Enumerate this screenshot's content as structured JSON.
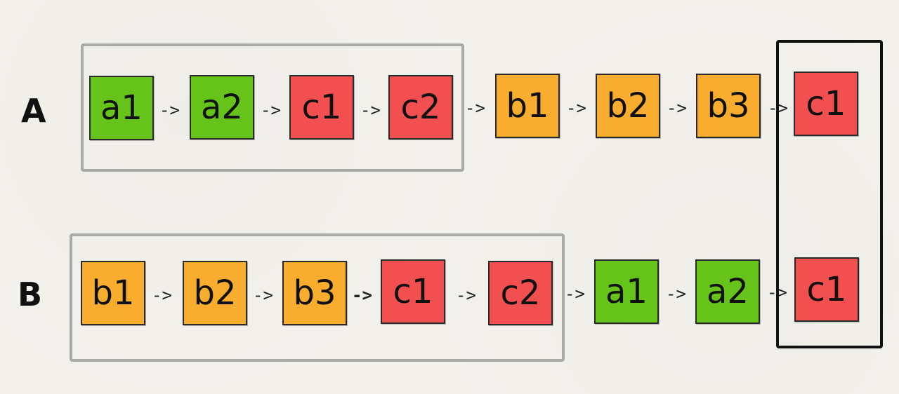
{
  "rows": [
    {
      "label": "A",
      "nodes": [
        {
          "text": "a1",
          "color": "green"
        },
        {
          "text": "a2",
          "color": "green"
        },
        {
          "text": "c1",
          "color": "red"
        },
        {
          "text": "c2",
          "color": "red"
        },
        {
          "text": "b1",
          "color": "orange"
        },
        {
          "text": "b2",
          "color": "orange"
        },
        {
          "text": "b3",
          "color": "orange"
        },
        {
          "text": "c1",
          "color": "red"
        }
      ]
    },
    {
      "label": "B",
      "nodes": [
        {
          "text": "b1",
          "color": "orange"
        },
        {
          "text": "b2",
          "color": "orange"
        },
        {
          "text": "b3",
          "color": "orange"
        },
        {
          "text": "c1",
          "color": "red"
        },
        {
          "text": "c2",
          "color": "red"
        },
        {
          "text": "a1",
          "color": "green"
        },
        {
          "text": "a2",
          "color": "green"
        },
        {
          "text": "c1",
          "color": "red"
        }
      ]
    }
  ],
  "arrow": "->",
  "colors": {
    "green": "#66c31a",
    "red": "#f25050",
    "orange": "#f8ad2e",
    "group_box": "#a9a9a6",
    "tail_box": "#111111",
    "background": "#f3f1ec"
  }
}
